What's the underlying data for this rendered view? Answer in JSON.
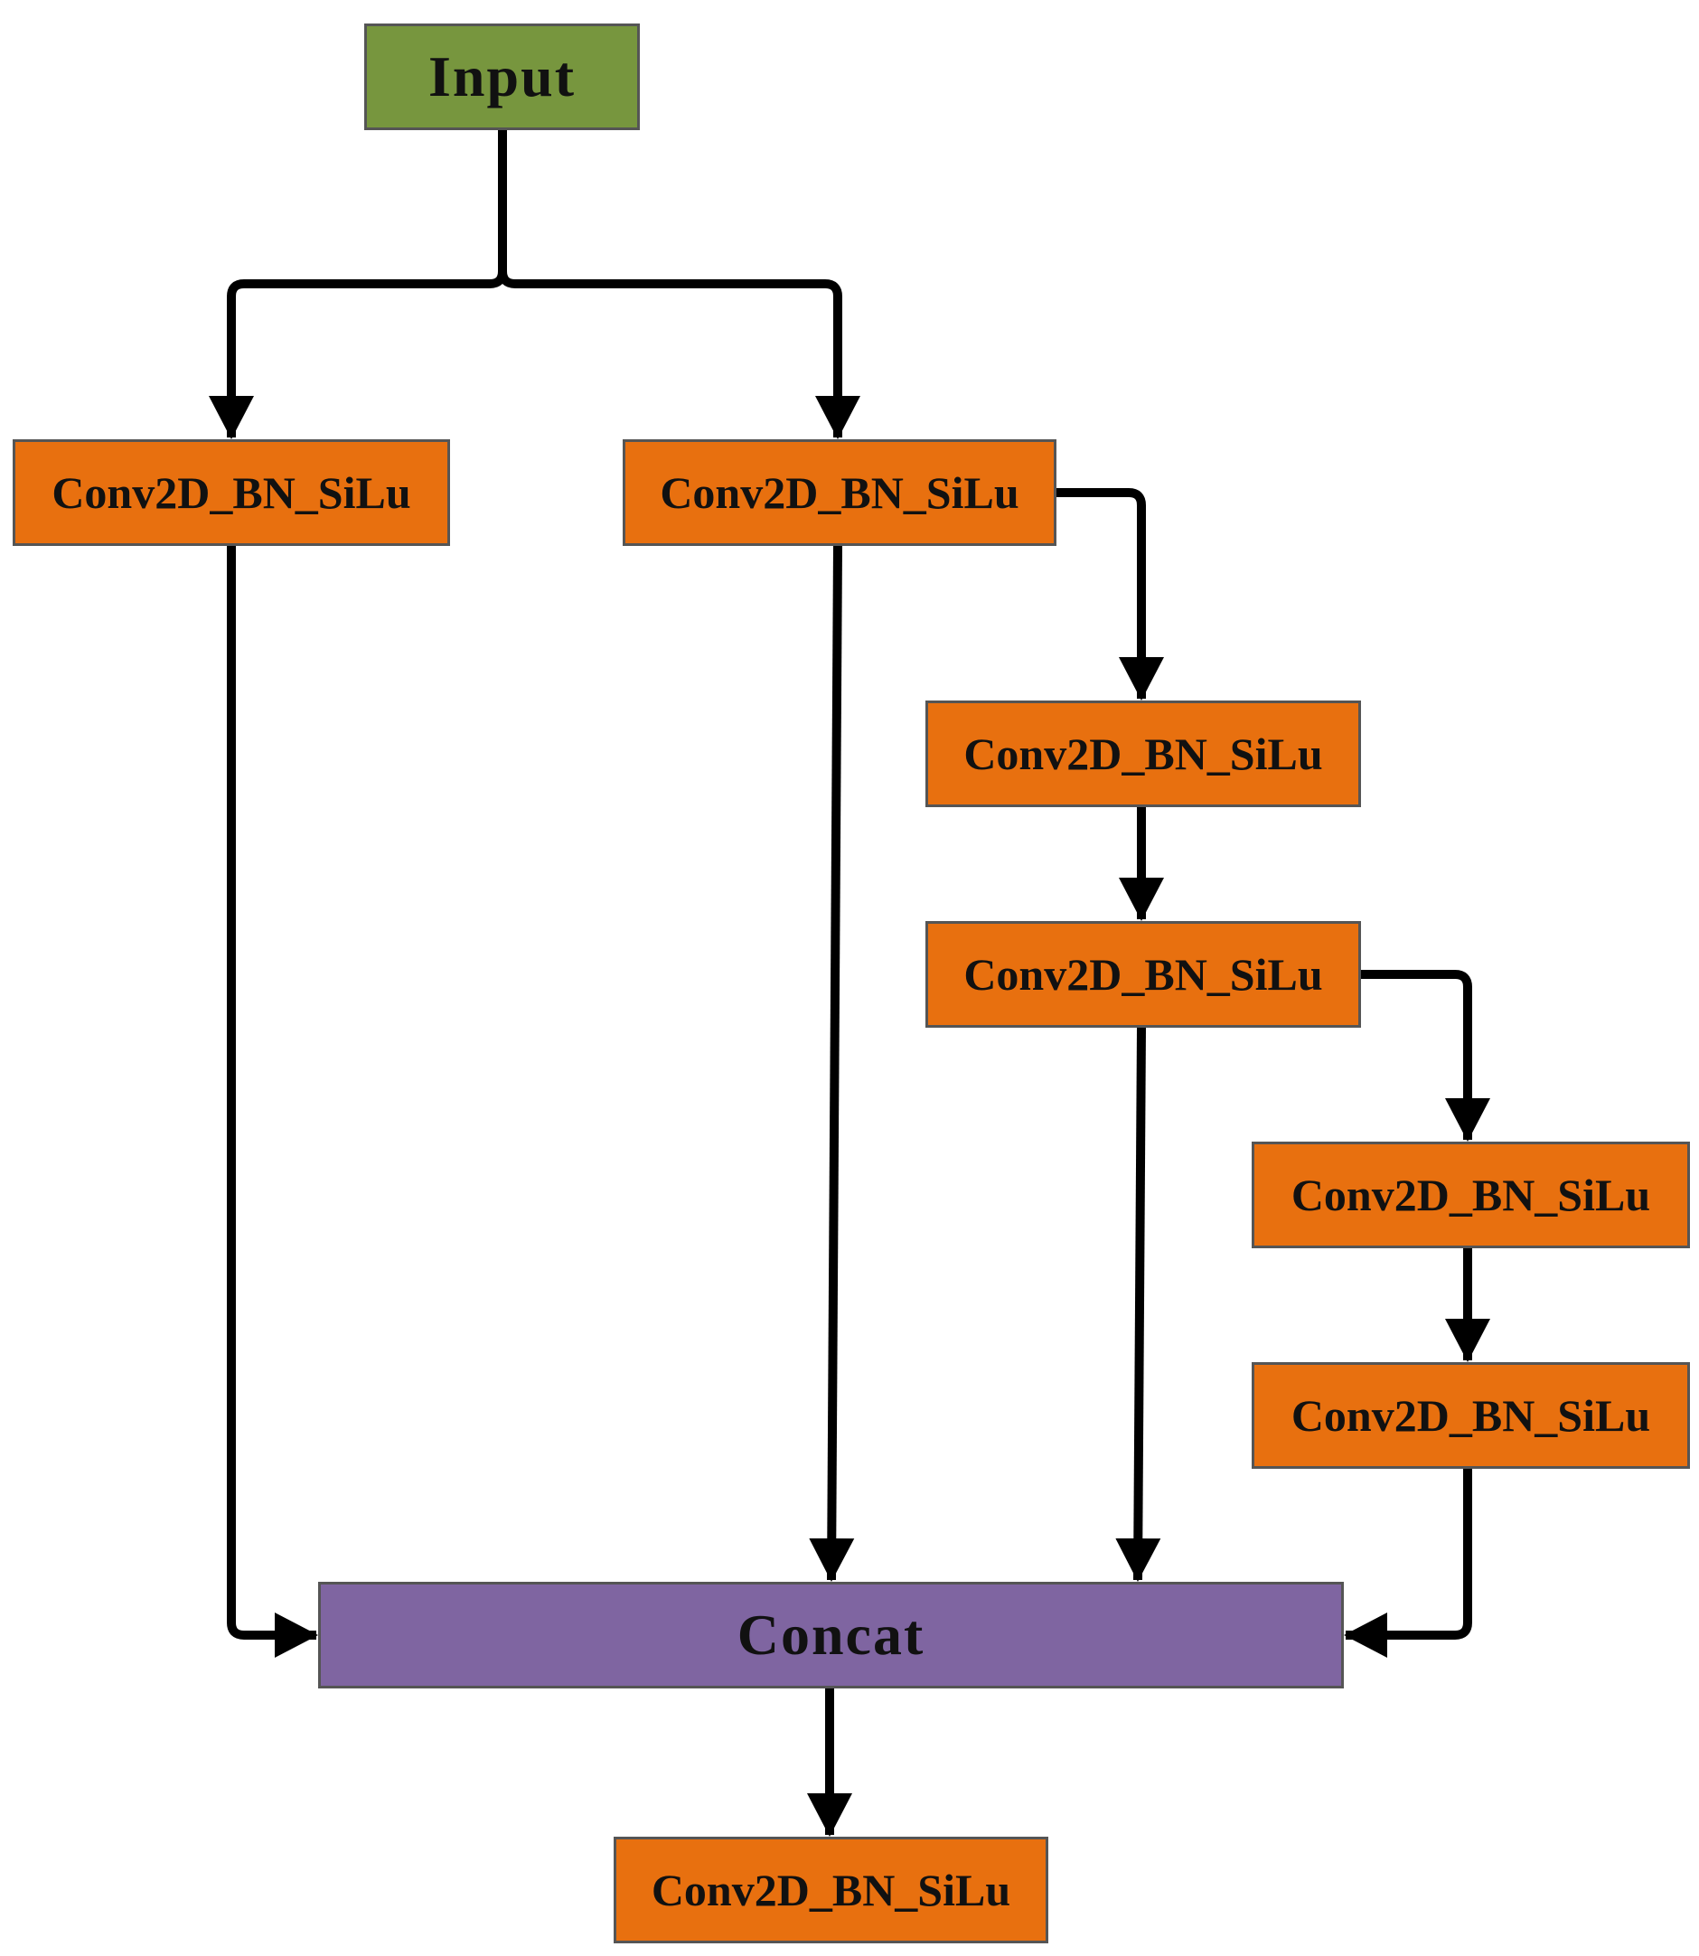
{
  "diagram": {
    "nodes": [
      {
        "id": "input",
        "label": "Input",
        "kind": "input"
      },
      {
        "id": "conv-a",
        "label": "Conv2D_BN_SiLu",
        "kind": "conv"
      },
      {
        "id": "conv-b",
        "label": "Conv2D_BN_SiLu",
        "kind": "conv"
      },
      {
        "id": "conv-c",
        "label": "Conv2D_BN_SiLu",
        "kind": "conv"
      },
      {
        "id": "conv-d",
        "label": "Conv2D_BN_SiLu",
        "kind": "conv"
      },
      {
        "id": "conv-e",
        "label": "Conv2D_BN_SiLu",
        "kind": "conv"
      },
      {
        "id": "conv-f",
        "label": "Conv2D_BN_SiLu",
        "kind": "conv"
      },
      {
        "id": "concat",
        "label": "Concat",
        "kind": "concat"
      },
      {
        "id": "conv-out",
        "label": "Conv2D_BN_SiLu",
        "kind": "conv"
      }
    ],
    "edges": [
      {
        "from": "input",
        "to": "conv-a"
      },
      {
        "from": "input",
        "to": "conv-b"
      },
      {
        "from": "conv-b",
        "to": "conv-c"
      },
      {
        "from": "conv-c",
        "to": "conv-d"
      },
      {
        "from": "conv-d",
        "to": "conv-e"
      },
      {
        "from": "conv-e",
        "to": "conv-f"
      },
      {
        "from": "conv-a",
        "to": "concat"
      },
      {
        "from": "conv-b",
        "to": "concat"
      },
      {
        "from": "conv-d",
        "to": "concat"
      },
      {
        "from": "conv-f",
        "to": "concat"
      },
      {
        "from": "concat",
        "to": "conv-out"
      }
    ],
    "colors": {
      "input_fill": "#77963e",
      "conv_fill": "#e8700f",
      "concat_fill": "#7f65a1",
      "edge": "#000000"
    }
  }
}
